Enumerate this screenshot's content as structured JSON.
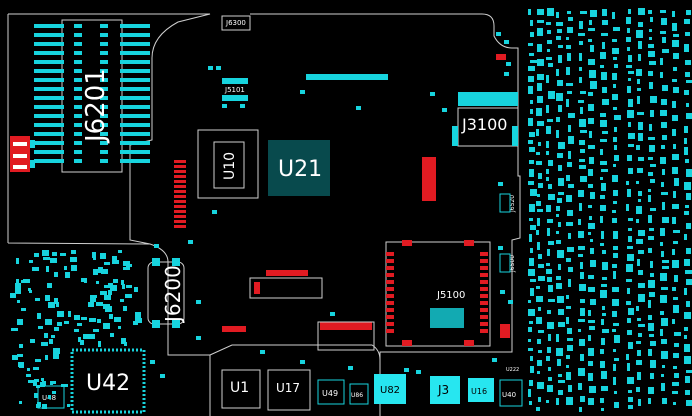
{
  "board": {
    "colors": {
      "background": "#000000",
      "outline": "#cfcfcf",
      "pad": "#17d4de",
      "pad_highlight": "#27e6f0",
      "pad_alert": "#e11b22",
      "label": "#ffffff"
    },
    "components": {
      "j6201": "J6201",
      "j6300": "J6300",
      "j5101": "J5101",
      "u10": "U10",
      "u21": "U21",
      "j3100": "J3100",
      "j5100": "J5100",
      "j6200": "J6200",
      "u42": "U42",
      "u1": "U1",
      "u17": "U17",
      "u49": "U49",
      "u86": "U86",
      "u82": "U82",
      "j3": "J3",
      "u16": "U16",
      "u40": "U40",
      "u48": "U48",
      "j6520": "J6520",
      "j6500": "J6500",
      "u222": "U222"
    }
  }
}
